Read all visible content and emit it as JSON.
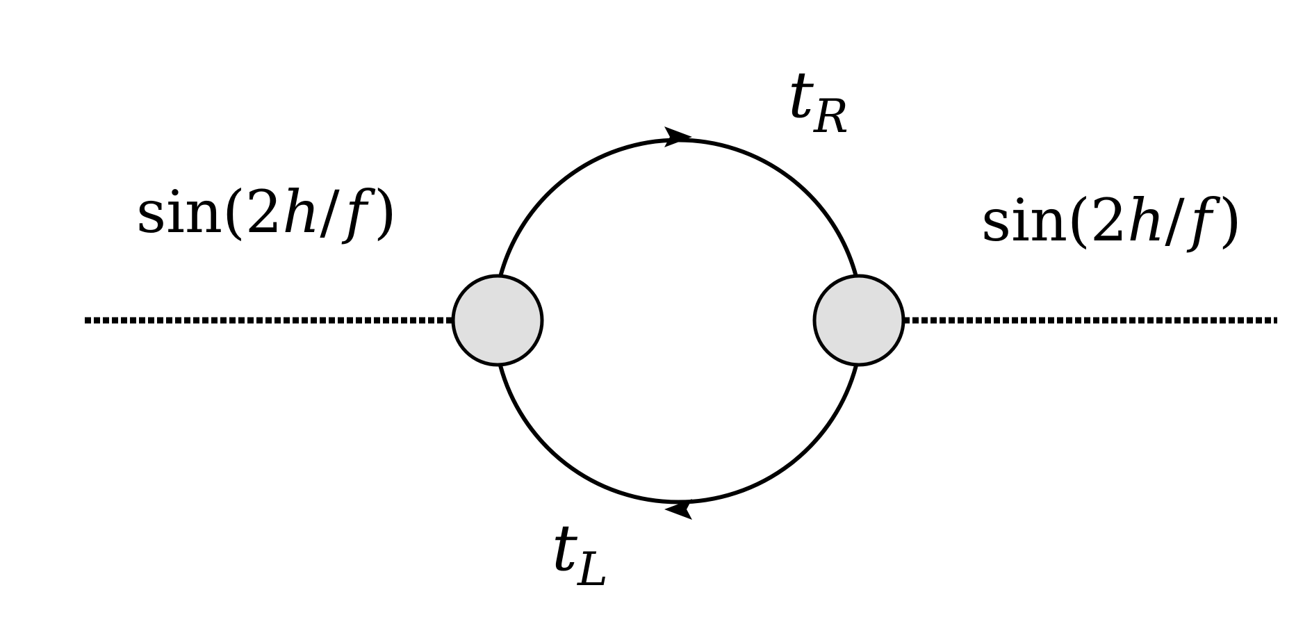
{
  "diagram": {
    "labels": {
      "left_vertex": {
        "func": "sin",
        "open": "(",
        "coef": "2",
        "var": "h",
        "slash": "/",
        "den": "f",
        "close": ")"
      },
      "right_vertex": {
        "func": "sin",
        "open": "(",
        "coef": "2",
        "var": "h",
        "slash": "/",
        "den": "f",
        "close": ")"
      },
      "top_propagator": {
        "base": "t",
        "sub": "R"
      },
      "bottom_propagator": {
        "base": "t",
        "sub": "L"
      }
    },
    "colors": {
      "line": "#000000",
      "vertex_fill": "#e0e0e0",
      "background": "#ffffff"
    }
  }
}
